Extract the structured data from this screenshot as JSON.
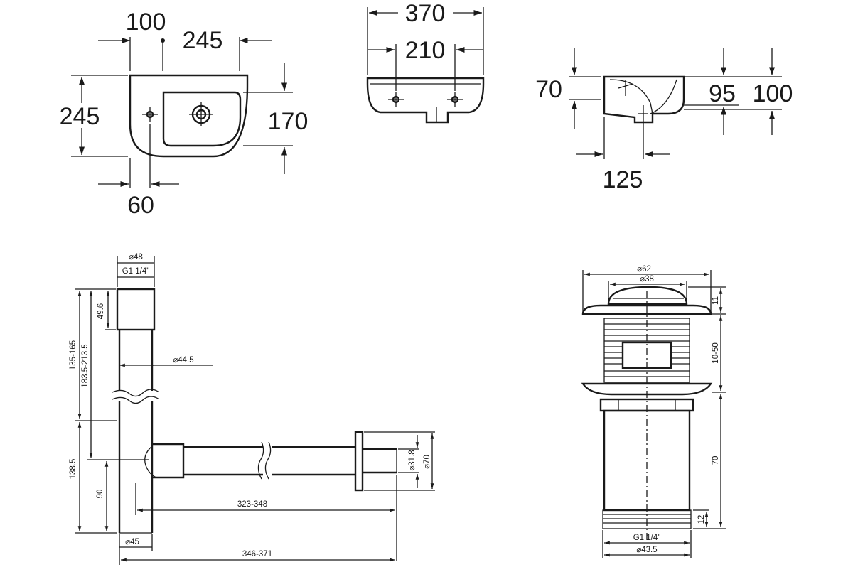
{
  "top_views": {
    "plan": {
      "dim_offset_100": "100",
      "dim_depth_245_top": "245",
      "dim_height_245_left": "245",
      "dim_170": "170",
      "dim_60": "60"
    },
    "front": {
      "dim_370": "370",
      "dim_210": "210"
    },
    "side": {
      "dim_70": "70",
      "dim_95": "95",
      "dim_100": "100",
      "dim_125": "125"
    }
  },
  "siphon": {
    "dia_48": "⌀48",
    "thread_g114": "G1 1/4\"",
    "len_49_6": "49.6",
    "len_135_165": "135-165",
    "len_183_213": "183.5-213.5",
    "dia_44_5": "⌀44.5",
    "len_138_5": "138.5",
    "len_90": "90",
    "len_323_348": "323-348",
    "dia_45": "⌀45",
    "len_346_371": "346-371",
    "dia_31_8": "⌀31.8",
    "dia_70": "⌀70"
  },
  "drain_valve": {
    "dia_62": "⌀62",
    "dia_38": "⌀38",
    "len_11": "11",
    "len_10_50": "10-50",
    "len_70": "70",
    "len_12": "12",
    "thread_g114": "G1 1/4\"",
    "dia_43_5": "⌀43.5"
  }
}
